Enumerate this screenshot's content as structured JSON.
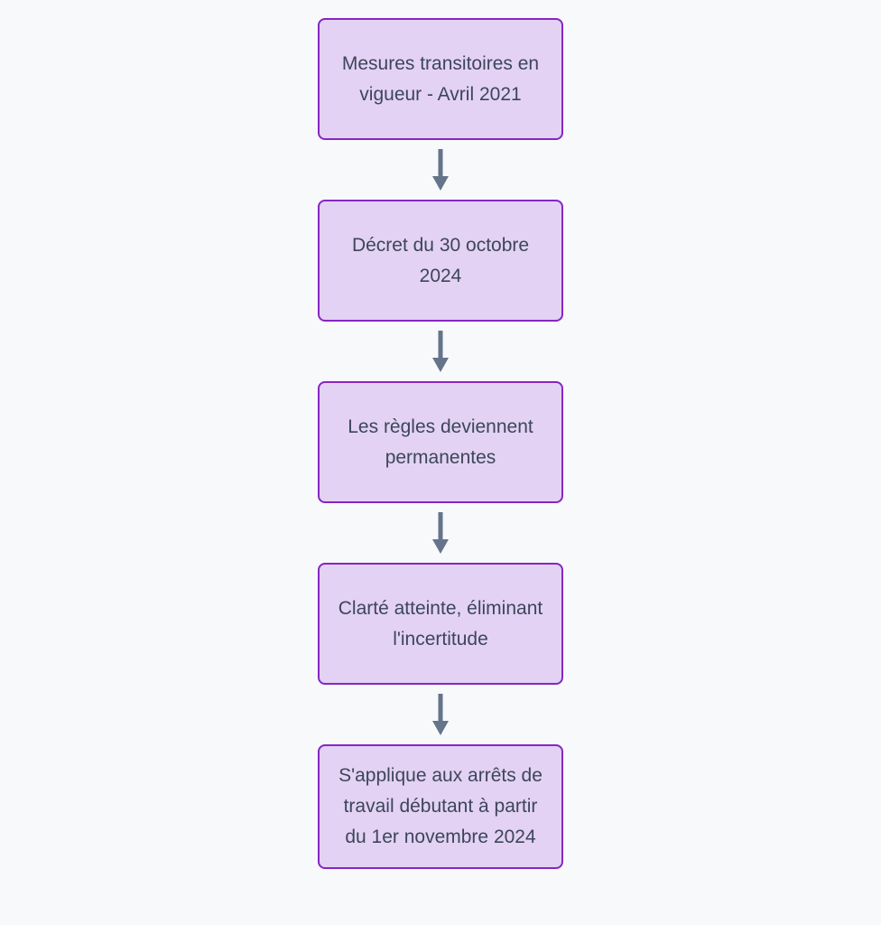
{
  "flowchart": {
    "type": "vertical-flowchart",
    "nodes": [
      {
        "label": "Mesures transitoires en vigueur - Avril 2021"
      },
      {
        "label": "Décret du 30 octobre 2024"
      },
      {
        "label": "Les règles deviennent permanentes"
      },
      {
        "label": "Clarté atteinte, éliminant l'incertitude"
      },
      {
        "label": "S'applique aux arrêts de travail débutant à partir du 1er novembre 2024"
      }
    ],
    "colors": {
      "background": "#f8f9fb",
      "node_fill": "#e3d2f4",
      "node_border": "#8626c3",
      "node_text": "#3d465a",
      "arrow": "#64748b"
    }
  }
}
